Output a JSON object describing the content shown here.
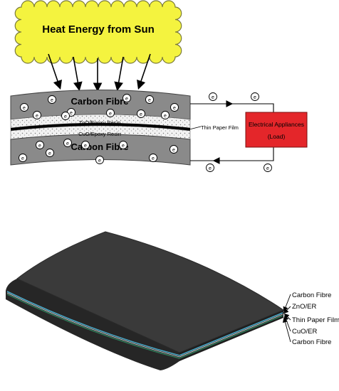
{
  "top_diagram": {
    "sun_label": "Heat Energy from Sun",
    "layers": {
      "top": "Carbon Fibre",
      "zno": "ZnO/Epoxy Resin",
      "cuo": "CuO/Epoxy Resin",
      "bottom": "Carbon Fibre"
    },
    "film_label": "Thin Paper Film",
    "load_label_line1": "Electrical Appliances",
    "load_label_line2": "(Load)",
    "electron_symbol": "e",
    "colors": {
      "sun_fill": "#f4f33f",
      "carbon_fibre": "#8a8a8a",
      "load_box": "#e4262a"
    }
  },
  "bottom_diagram": {
    "labels": [
      "Carbon Fibre",
      "ZnO/ER",
      "Thin Paper Film",
      "CuO/ER",
      "Carbon Fibre"
    ],
    "colors": {
      "top_face": "#3a3a3a",
      "edge": "#262626",
      "zno_stripe": "#4aa8c8",
      "paper_stripe": "#d9d9d9",
      "cuo_stripe": "#2f7d5a"
    }
  }
}
